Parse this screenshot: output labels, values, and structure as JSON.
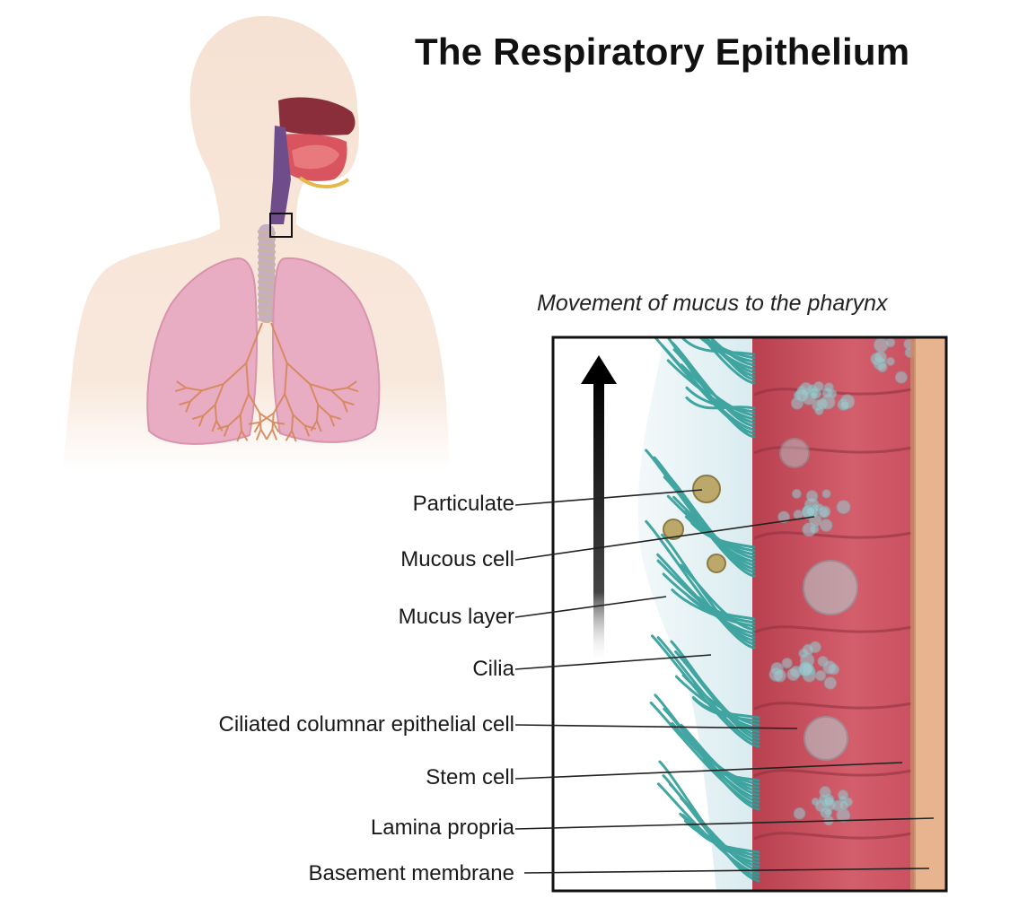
{
  "title": "The Respiratory Epithelium",
  "subtitle": "Movement of mucus to the pharynx",
  "labels": [
    {
      "text": "Particulate"
    },
    {
      "text": "Mucous cell"
    },
    {
      "text": "Mucus layer"
    },
    {
      "text": "Cilia"
    },
    {
      "text": "Ciliated columnar epithelial cell"
    },
    {
      "text": "Stem cell"
    },
    {
      "text": "Lamina propria"
    },
    {
      "text": "Basement membrane"
    }
  ],
  "colors": {
    "skin": "#f7e4d6",
    "lung": "#e8a9c0",
    "bronchi": "#d98a5a",
    "trachea": "#a07fb5",
    "tissue": "#c9505f",
    "cilia": "#2f9d98",
    "mucus": "#d9eef2",
    "lamina": "#e8b38f",
    "particle": "#b8a86a"
  }
}
